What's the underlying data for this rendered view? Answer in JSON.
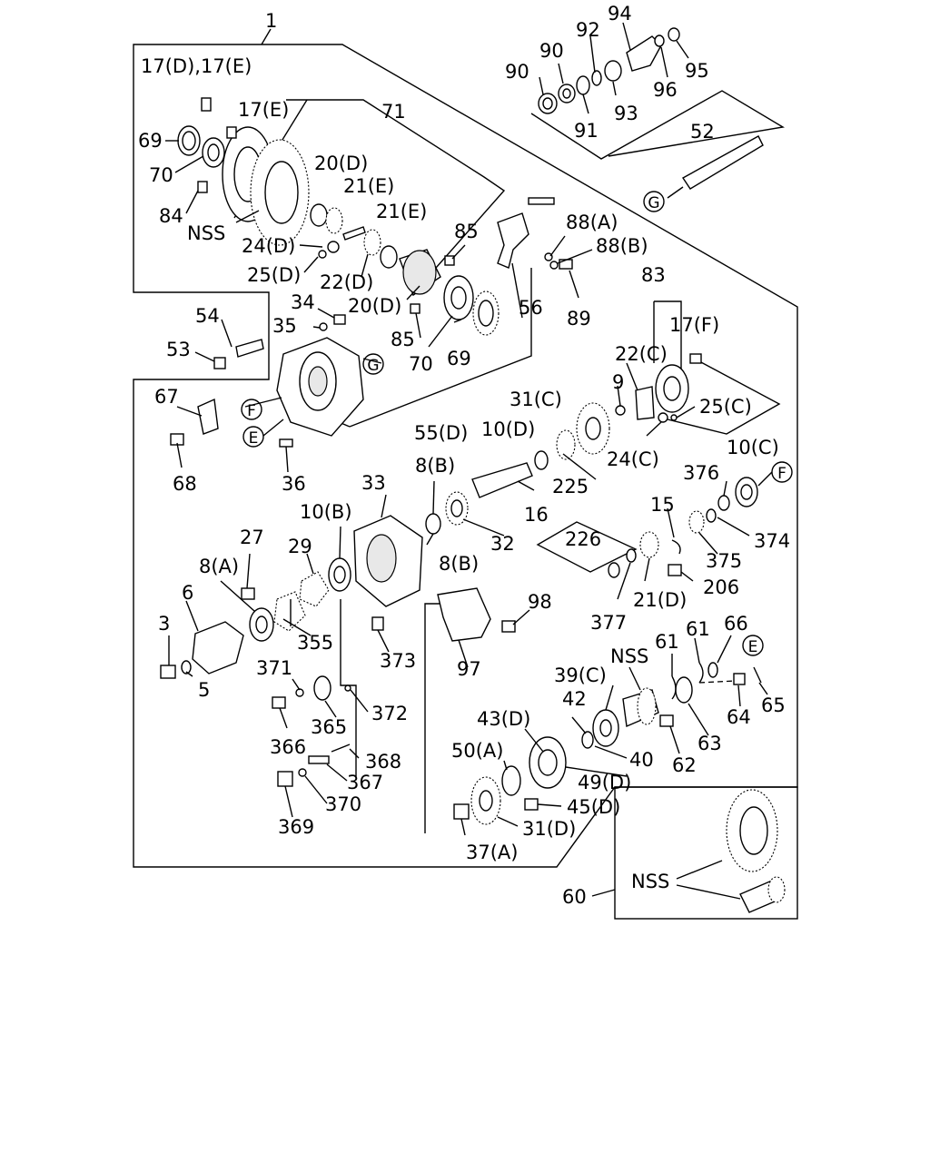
{
  "labels": {
    "l1": "1",
    "l17de": "17(D),17(E)",
    "l17e": "17(E)",
    "l71": "71",
    "l69a": "69",
    "l70a": "70",
    "l84": "84",
    "nss1": "NSS",
    "l20d_a": "20(D)",
    "l21e_a": "21(E)",
    "l21e_b": "21(E)",
    "l24d": "24(D)",
    "l25d": "25(D)",
    "l22d": "22(D)",
    "l20d_b": "20(D)",
    "l85a": "85",
    "l85b": "85",
    "l34": "34",
    "l35": "35",
    "l54": "54",
    "l53": "53",
    "l70b": "70",
    "l69b": "69",
    "l56": "56",
    "l88a": "88(A)",
    "l88b": "88(B)",
    "l89": "89",
    "l90a": "90",
    "l90b": "90",
    "l92": "92",
    "l94": "94",
    "l91": "91",
    "l93": "93",
    "l96": "96",
    "l95": "95",
    "l52": "52",
    "l83": "83",
    "l17f": "17(F)",
    "l22c": "22(C)",
    "l9": "9",
    "l31c": "31(C)",
    "l25c": "25(C)",
    "l24c": "24(C)",
    "l10d": "10(D)",
    "l225": "225",
    "l10c": "10(C)",
    "l376": "376",
    "l55d": "55(D)",
    "l67": "67",
    "l68": "68",
    "l36": "36",
    "l33": "33",
    "l8b_a": "8(B)",
    "l16": "16",
    "l10b": "10(B)",
    "l32": "32",
    "l8b_b": "8(B)",
    "l15": "15",
    "l374": "374",
    "l375": "375",
    "l226": "226",
    "l206": "206",
    "l21d": "21(D)",
    "l377": "377",
    "l27": "27",
    "l29": "29",
    "l8a": "8(A)",
    "l6": "6",
    "l355": "355",
    "l3": "3",
    "l5": "5",
    "l371": "371",
    "l373": "373",
    "l98": "98",
    "l97": "97",
    "l366": "366",
    "l365": "365",
    "l372": "372",
    "l368": "368",
    "l367": "367",
    "l370": "370",
    "l369": "369",
    "nss2": "NSS",
    "l39c": "39(C)",
    "l42": "42",
    "l43d": "43(D)",
    "l50a": "50(A)",
    "l40": "40",
    "l49d": "49(D)",
    "l45d": "45(D)",
    "l31d": "31(D)",
    "l37a": "37(A)",
    "l61a": "61",
    "l61b": "61",
    "l66": "66",
    "l64": "64",
    "l65": "65",
    "l62": "62",
    "l63": "63",
    "l60": "60",
    "nss3": "NSS"
  },
  "callouts": {
    "g_top": "G",
    "g_right": "G",
    "f_left": "F",
    "e_left": "E",
    "f_right": "F",
    "e_right": "E"
  }
}
